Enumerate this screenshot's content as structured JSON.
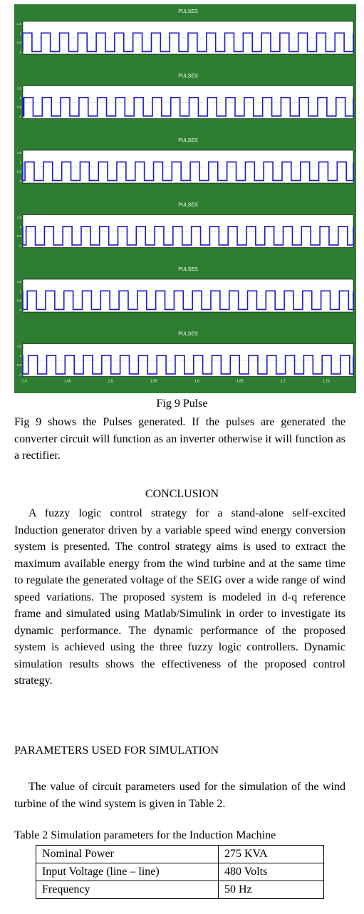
{
  "figure": {
    "background": "#2e7d32",
    "signal_color": "#1a1acc",
    "panels": [
      {
        "title": "PULSES",
        "y_ticks": [
          "1.5",
          "1",
          "0.5",
          "0"
        ],
        "periods": 18,
        "phase": 0.0
      },
      {
        "title": "PULSES",
        "y_ticks": [
          "1.5",
          "1",
          "0.5",
          "0"
        ],
        "periods": 18,
        "phase": 0.06
      },
      {
        "title": "PULSES",
        "y_ticks": [
          "1.5",
          "1",
          "0.5",
          "0"
        ],
        "periods": 18,
        "phase": 0.12
      },
      {
        "title": "PULSES",
        "y_ticks": [
          "1.5",
          "1",
          "0.5",
          "0"
        ],
        "periods": 18,
        "phase": 0.18
      },
      {
        "title": "PULSES",
        "y_ticks": [
          "1.5",
          "1",
          "0.5",
          "0"
        ],
        "periods": 18,
        "phase": 0.24
      },
      {
        "title": "PULSES",
        "y_ticks": [
          "1.5",
          "1",
          "0.5",
          "0"
        ],
        "periods": 18,
        "phase": 0.3
      }
    ],
    "x_ticks": [
      "1.4",
      "1.45",
      "1.5",
      "1.55",
      "1.6",
      "1.65",
      "1.7",
      "1.75"
    ]
  },
  "caption": "Fig 9 Pulse",
  "paragraph1": "Fig 9 shows the Pulses generated.  If the pulses are generated the converter circuit will function as an inverter otherwise it will function as a rectifier.",
  "conclusion_heading": "CONCLUSION",
  "conclusion_text": "A fuzzy logic control strategy for a stand-alone self-excited Induction generator driven by a variable speed wind energy conversion system is presented. The control strategy aims is used to extract the maximum available energy from the wind turbine and at the same time to regulate the generated voltage of the SEIG over a wide range of wind speed variations. The proposed system is modeled in d-q reference frame and simulated using Matlab/Simulink in order to investigate its dynamic performance. The dynamic performance of the proposed system is achieved using the three fuzzy logic controllers. Dynamic simulation results shows the effectiveness of the proposed control strategy.",
  "parameters_heading": "PARAMETERS USED FOR SIMULATION",
  "parameters_text": "The value of circuit parameters used for the simulation of the wind turbine of the wind system is given in Table 2.",
  "table_caption": "Table 2 Simulation parameters for the Induction Machine",
  "table_rows": [
    {
      "name": "Nominal Power",
      "value": "275 KVA"
    },
    {
      "name": "Input Voltage (line – line)",
      "value": "480 Volts"
    },
    {
      "name": "Frequency",
      "value": "50 Hz"
    }
  ]
}
